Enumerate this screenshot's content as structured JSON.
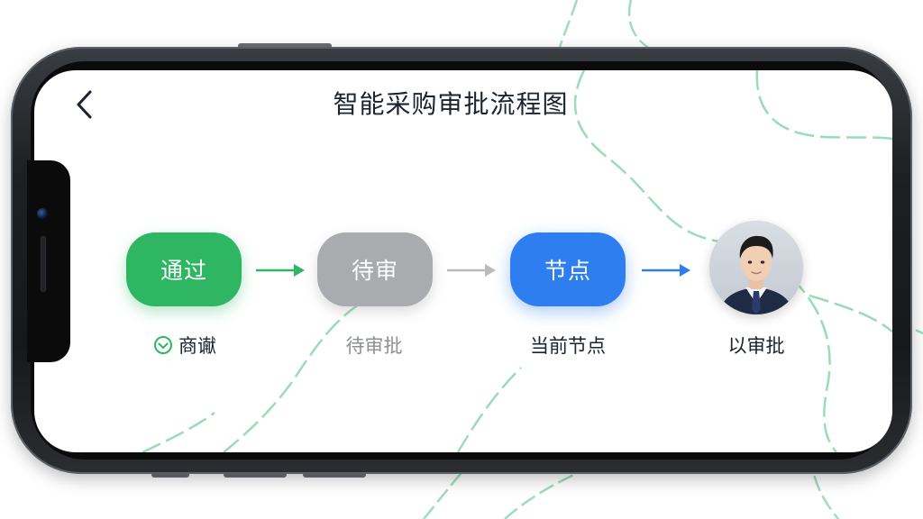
{
  "header": {
    "title": "智能采购审批流程图",
    "back_icon": "chevron-left-icon"
  },
  "flow": {
    "nodes": [
      {
        "label": "通过",
        "caption": "商谳",
        "status": "approved",
        "color": "#2fb663",
        "caption_icon": "check-circle-icon"
      },
      {
        "label": "待审",
        "caption": "待审批",
        "status": "pending",
        "color": "#a9abae"
      },
      {
        "label": "节点",
        "caption": "当前节点",
        "status": "current",
        "color": "#2f7ef0"
      },
      {
        "label": "",
        "caption": "以审批",
        "status": "approver",
        "icon": "avatar-icon"
      }
    ],
    "arrows": [
      {
        "color": "#2fb663",
        "icon": "arrow-right-icon"
      },
      {
        "color": "#b9bbbe",
        "icon": "arrow-right-icon"
      },
      {
        "color": "#2f7ef0",
        "icon": "arrow-right-icon"
      }
    ]
  },
  "colors": {
    "accent_green": "#2fb663",
    "accent_blue": "#2f7ef0",
    "pending_gray": "#a9abae",
    "background_lines": "#7fd1a3"
  }
}
